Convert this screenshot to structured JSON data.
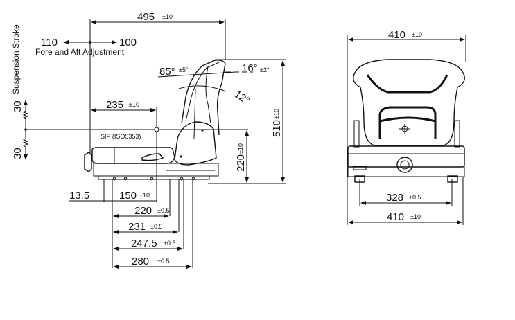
{
  "side_view": {
    "overall_length": {
      "value": "495",
      "tol": "±10"
    },
    "fore_aft": {
      "rear": "110",
      "front": "100",
      "label": "Fore and Aft Adjustment"
    },
    "suspension": {
      "label": "Suspension Stroke",
      "up": "30",
      "down": "30"
    },
    "sip_distance": {
      "value": "235",
      "tol": "±10"
    },
    "sip_label": "SIP (ISO5353)",
    "backrest_angle": {
      "value": "85°",
      "tol": "±5°"
    },
    "recline_angle": {
      "value": "16°",
      "tol": "±2°"
    },
    "tilt_angle": {
      "value": "12°"
    },
    "sip_height": {
      "value": "220",
      "tol": "±10"
    },
    "overall_height": {
      "value": "510",
      "tol": "±10"
    },
    "offset": {
      "value": "13.5"
    },
    "mount_150": {
      "value": "150",
      "tol": "±10"
    },
    "mount_220": {
      "value": "220",
      "tol": "±0.5"
    },
    "mount_231": {
      "value": "231",
      "tol": "±0.5"
    },
    "mount_247": {
      "value": "247.5",
      "tol": "±0.5"
    },
    "mount_280": {
      "value": "280",
      "tol": "±0.5"
    }
  },
  "front_view": {
    "top_width": {
      "value": "410",
      "tol": "±10"
    },
    "mount_width": {
      "value": "328",
      "tol": "±0.5"
    },
    "bottom_width": {
      "value": "410",
      "tol": "±10"
    }
  }
}
